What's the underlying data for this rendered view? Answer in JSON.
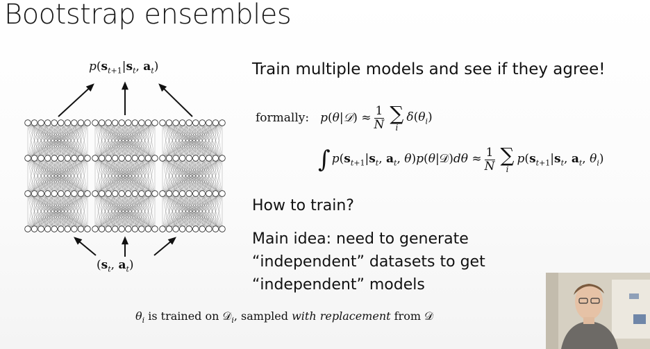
{
  "slide": {
    "title": "Bootstrap ensembles",
    "diagram": {
      "output_label": "p(s_{t+1}|s_t, a_t)",
      "input_label": "(s_t, a_t)",
      "network_count": 3
    },
    "bullets": [
      "Train multiple models and see if they agree!",
      "How to train?",
      "Main idea: need to generate “independent” datasets to get “independent” models"
    ],
    "main_idea_lines": [
      "Main idea: need to generate",
      "“independent” datasets to get",
      "“independent” models"
    ],
    "formal_label": "formally:",
    "caption": "θ_i is trained on D_i, sampled with replacement from D"
  },
  "webcam": {
    "description_icon": "presenter-video-icon"
  }
}
